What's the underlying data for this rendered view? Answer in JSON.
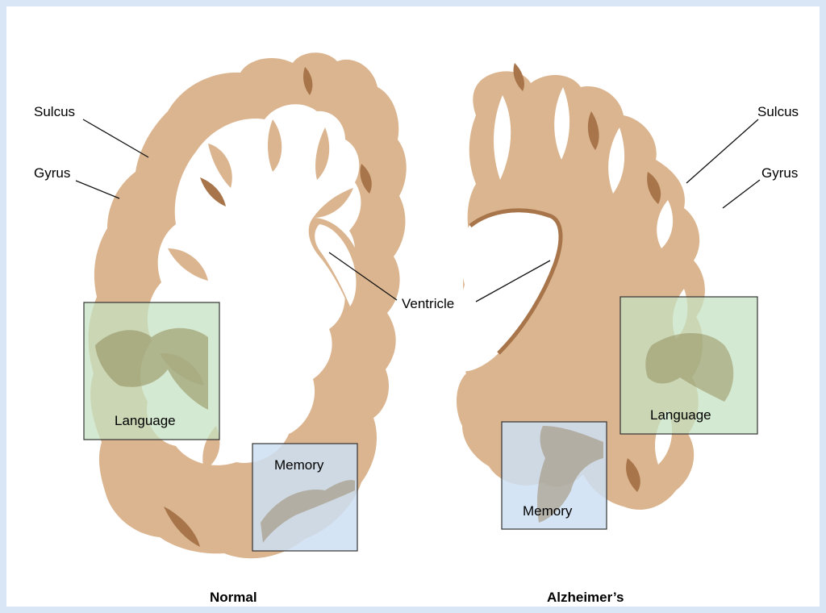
{
  "labels": {
    "left_sulcus": "Sulcus",
    "left_gyrus": "Gyrus",
    "right_sulcus": "Sulcus",
    "right_gyrus": "Gyrus",
    "ventricle": "Ventricle",
    "left_language": "Language",
    "right_language": "Language",
    "left_memory": "Memory",
    "right_memory": "Memory"
  },
  "captions": {
    "normal": "Normal",
    "alzheimers": "Alzheimer’s"
  },
  "colors": {
    "background": "#d9e6f5",
    "cortex": "#dbb58f",
    "cortex_deep": "#c49a6c",
    "sulcus_dark": "#a8754a",
    "white_matter": "#ffffff",
    "language_overlay": "#d6ead6",
    "memory_overlay": "#cddff2"
  }
}
